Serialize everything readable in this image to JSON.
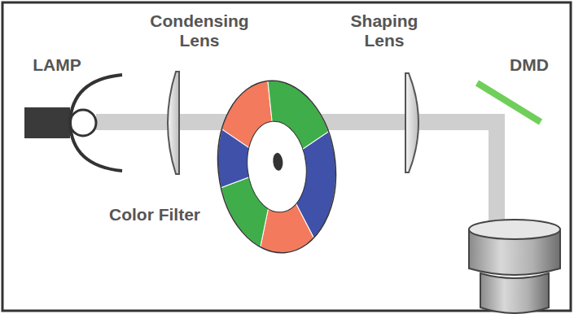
{
  "diagram": {
    "labels": [
      "LAMP",
      "Condensing Lens",
      "Shaping Lens",
      "DMD",
      "Color Filter"
    ]
  }
}
